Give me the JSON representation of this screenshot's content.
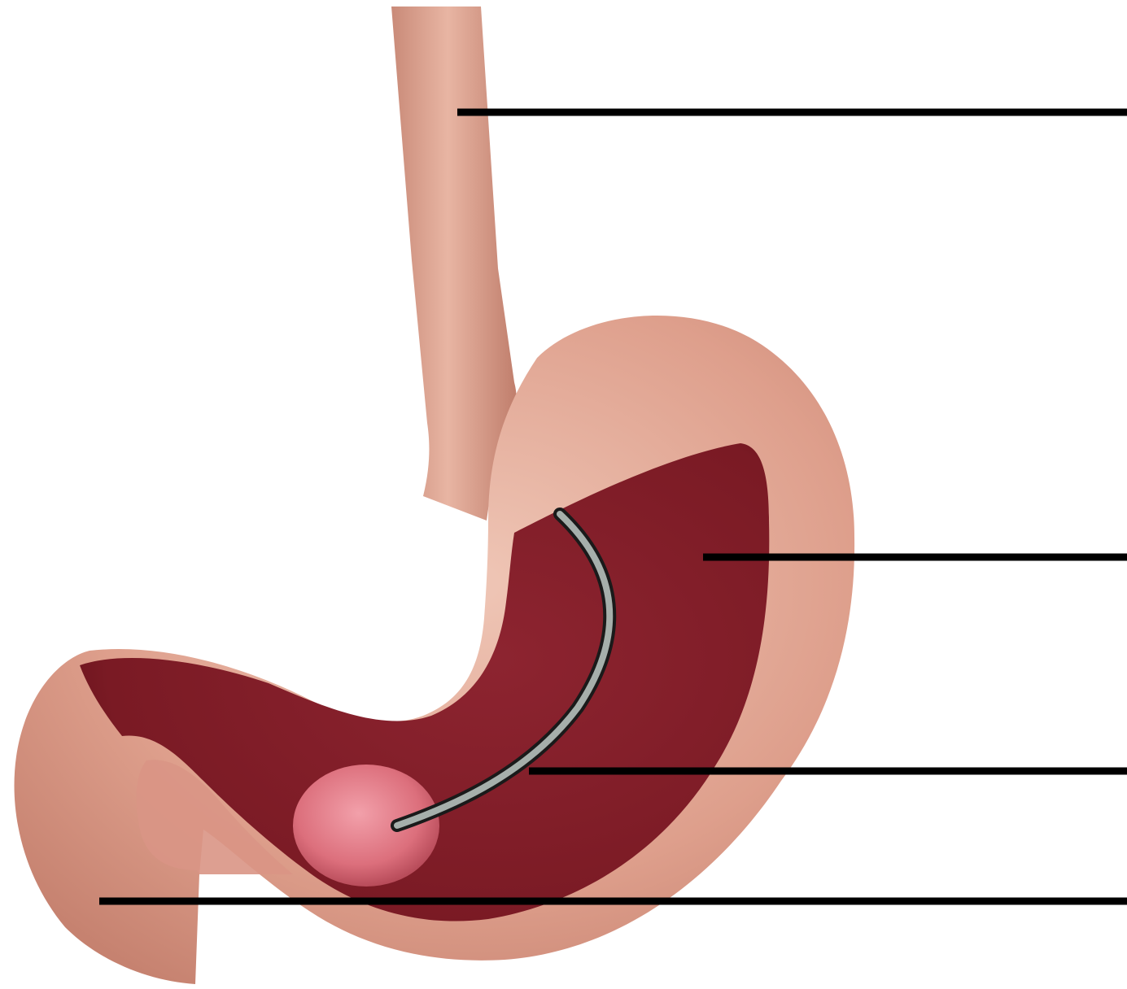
{
  "diagram": {
    "subject": "stomach-with-endoscope",
    "colors": {
      "background": "#ffffff",
      "tissue_outer": "#d89a88",
      "tissue_light": "#ecc0b0",
      "tissue_dark": "#b87868",
      "lumen": "#8a1f28",
      "lumen_dark": "#5e1018",
      "lesion": "#e07a86",
      "scope": "#9aa39f",
      "scope_edge": "#1a1a1a",
      "leader_line": "#000000"
    },
    "leader_lines": [
      {
        "id": "esophagus-label-line",
        "text": ""
      },
      {
        "id": "stomach-lumen-label-line",
        "text": ""
      },
      {
        "id": "endoscope-label-line",
        "text": ""
      },
      {
        "id": "duodenum-label-line",
        "text": ""
      }
    ]
  }
}
